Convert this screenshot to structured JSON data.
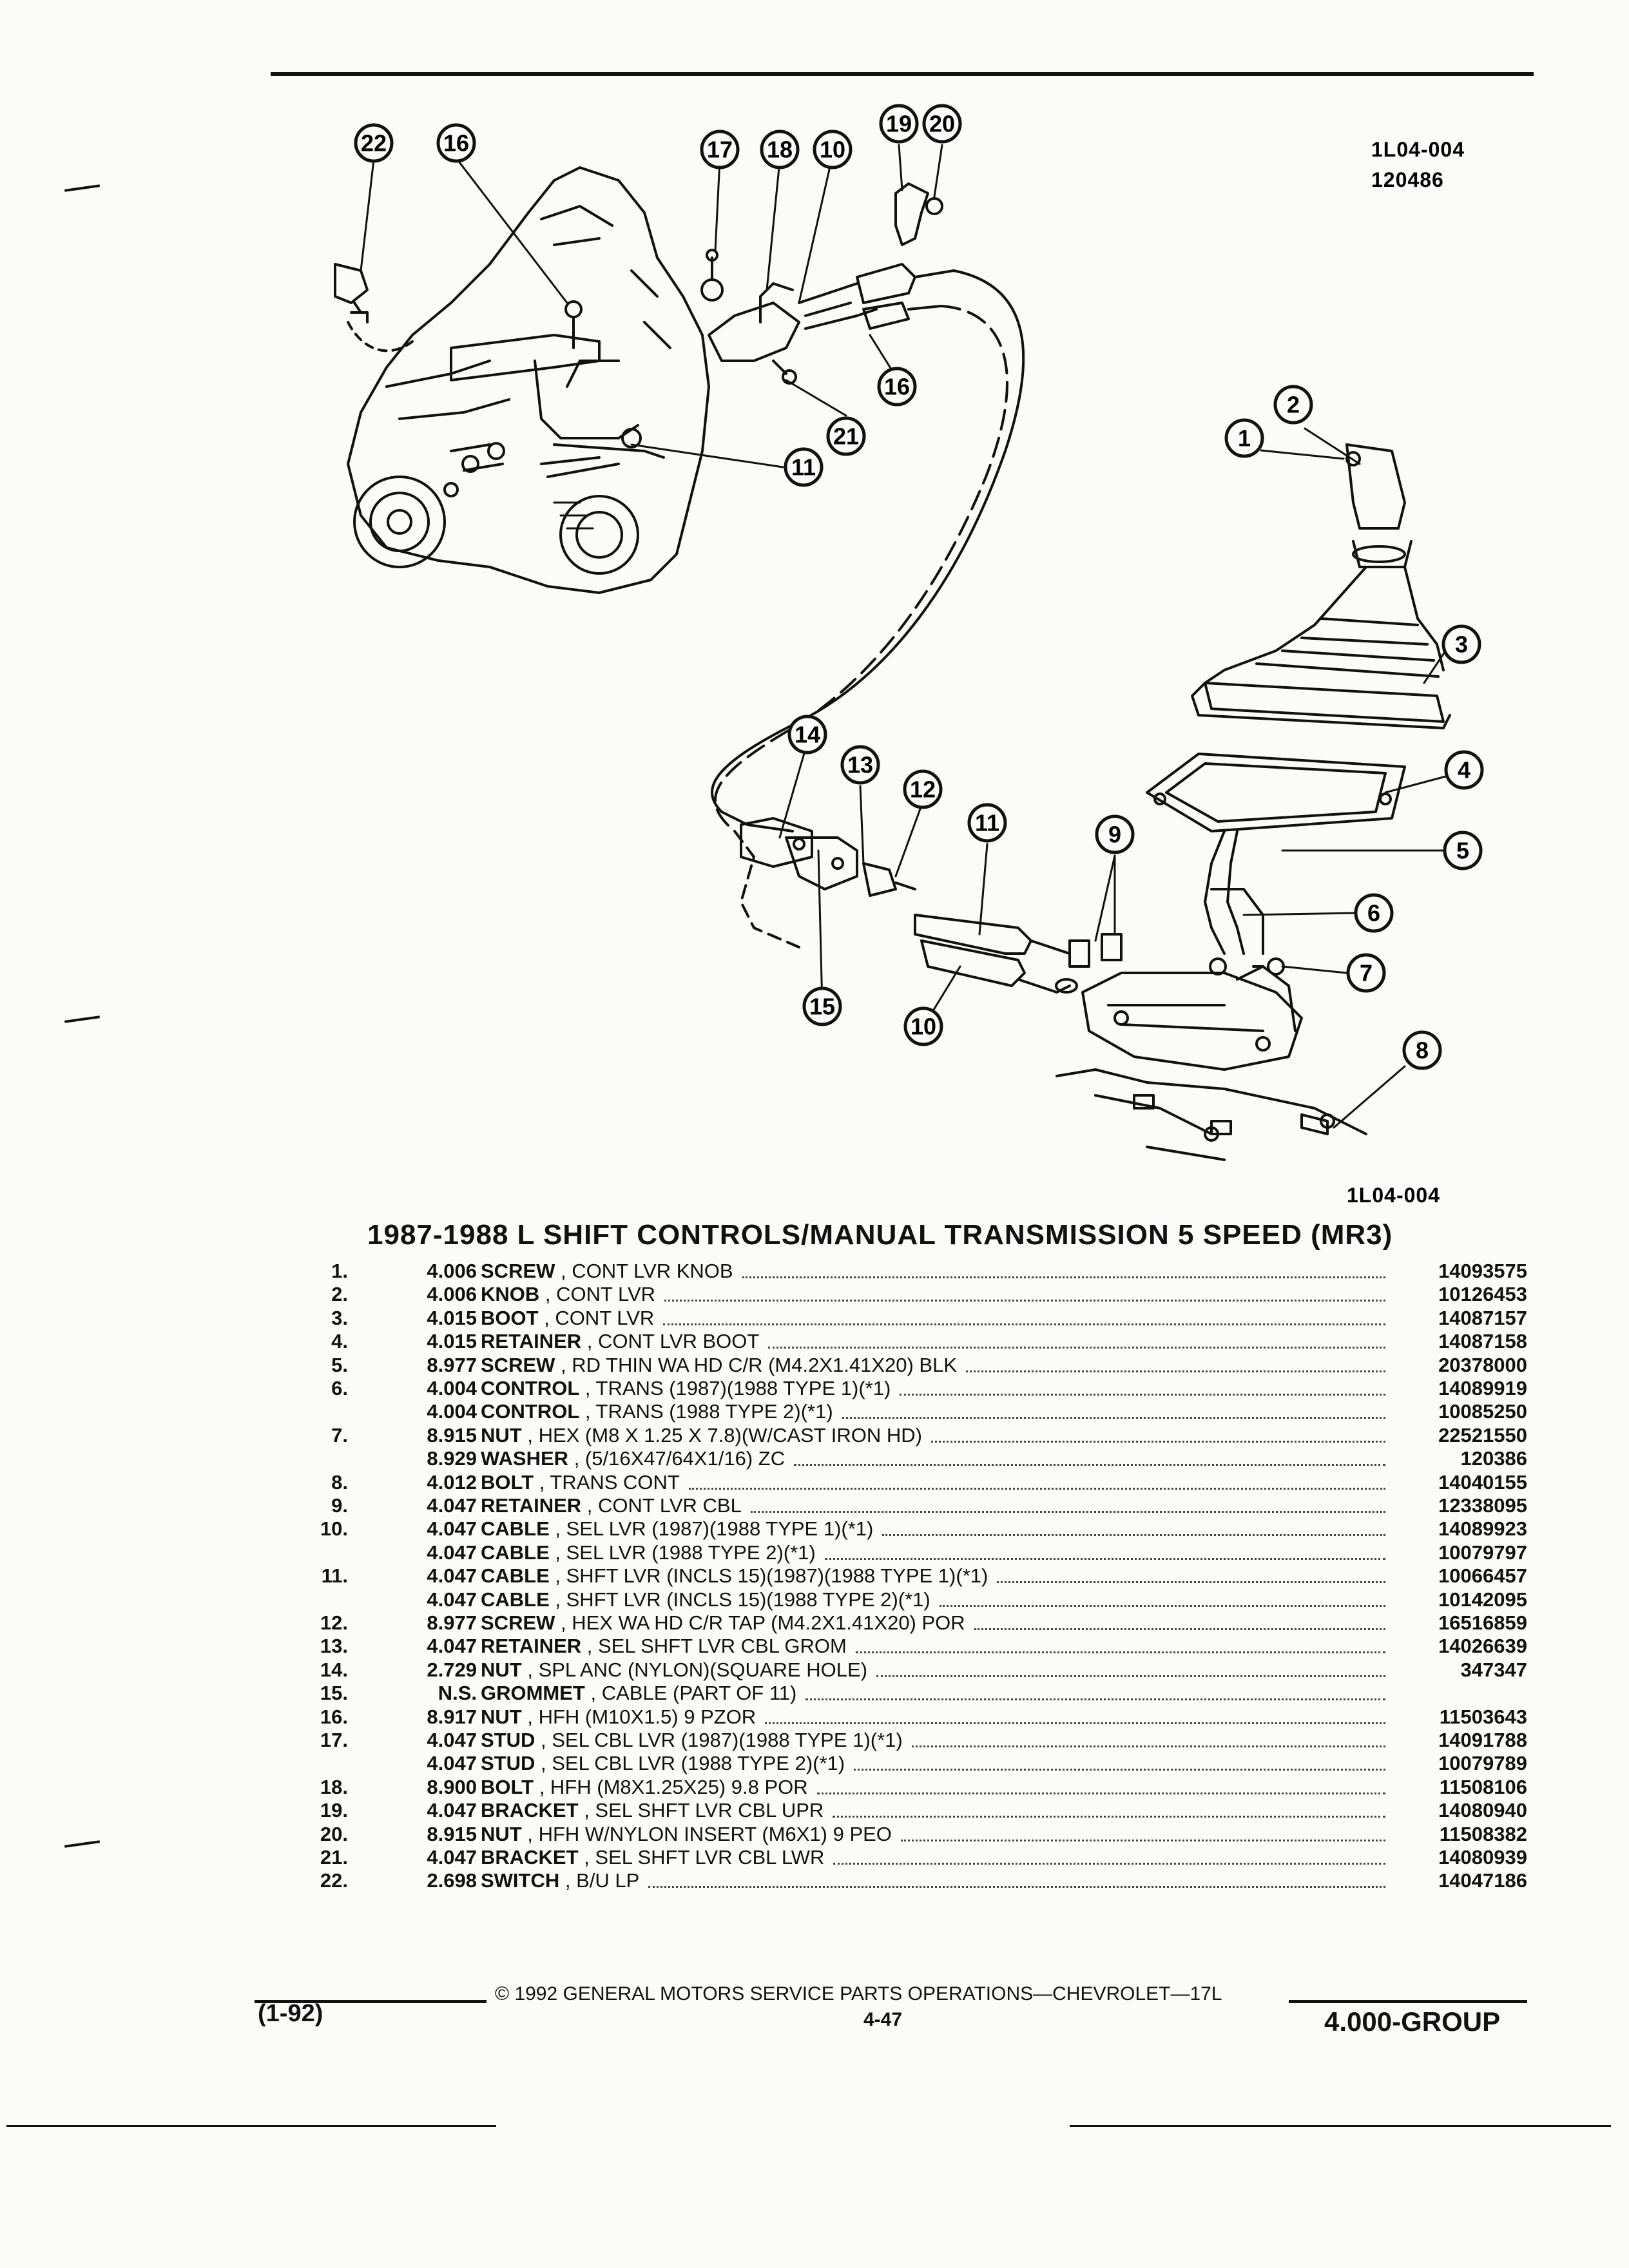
{
  "diagram": {
    "code_top": "1L04-004",
    "date_code": "120486",
    "code_bottom": "1L04-004",
    "callouts": [
      "22",
      "16",
      "17",
      "18",
      "10",
      "19",
      "20",
      "21",
      "16",
      "11",
      "2",
      "1",
      "3",
      "4",
      "5",
      "14",
      "13",
      "12",
      "11",
      "9",
      "6",
      "7",
      "15",
      "10",
      "8"
    ]
  },
  "title": "1987-1988 L SHIFT CONTROLS/MANUAL TRANSMISSION 5 SPEED (MR3)",
  "parts": [
    {
      "num": "1.",
      "group": "4.006",
      "name": "SCREW",
      "detail": ", CONT LVR KNOB",
      "pn": "14093575"
    },
    {
      "num": "2.",
      "group": "4.006",
      "name": "KNOB",
      "detail": ", CONT LVR",
      "pn": "10126453"
    },
    {
      "num": "3.",
      "group": "4.015",
      "name": "BOOT",
      "detail": ", CONT LVR",
      "pn": "14087157"
    },
    {
      "num": "4.",
      "group": "4.015",
      "name": "RETAINER",
      "detail": ", CONT LVR BOOT",
      "pn": "14087158"
    },
    {
      "num": "5.",
      "group": "8.977",
      "name": "SCREW",
      "detail": ", RD THIN WA HD C/R (M4.2X1.41X20) BLK",
      "pn": "20378000"
    },
    {
      "num": "6.",
      "group": "4.004",
      "name": "CONTROL",
      "detail": ", TRANS (1987)(1988 TYPE 1)(*1)",
      "pn": "14089919"
    },
    {
      "num": "",
      "group": "4.004",
      "name": "CONTROL",
      "detail": ", TRANS (1988 TYPE 2)(*1)",
      "pn": "10085250"
    },
    {
      "num": "7.",
      "group": "8.915",
      "name": "NUT",
      "detail": ", HEX (M8 X 1.25 X 7.8)(W/CAST IRON HD)",
      "pn": "22521550"
    },
    {
      "num": "",
      "group": "8.929",
      "name": "WASHER",
      "detail": ", (5/16X47/64X1/16) ZC",
      "pn": "120386"
    },
    {
      "num": "8.",
      "group": "4.012",
      "name": "BOLT",
      "detail": ", TRANS CONT",
      "pn": "14040155"
    },
    {
      "num": "9.",
      "group": "4.047",
      "name": "RETAINER",
      "detail": ", CONT LVR CBL",
      "pn": "12338095"
    },
    {
      "num": "10.",
      "group": "4.047",
      "name": "CABLE",
      "detail": ", SEL LVR (1987)(1988 TYPE 1)(*1)",
      "pn": "14089923"
    },
    {
      "num": "",
      "group": "4.047",
      "name": "CABLE",
      "detail": ", SEL LVR (1988 TYPE 2)(*1)",
      "pn": "10079797"
    },
    {
      "num": "11.",
      "group": "4.047",
      "name": "CABLE",
      "detail": ", SHFT LVR (INCLS 15)(1987)(1988 TYPE 1)(*1)",
      "pn": "10066457"
    },
    {
      "num": "",
      "group": "4.047",
      "name": "CABLE",
      "detail": ", SHFT LVR (INCLS 15)(1988 TYPE 2)(*1)",
      "pn": "10142095"
    },
    {
      "num": "12.",
      "group": "8.977",
      "name": "SCREW",
      "detail": ", HEX WA HD C/R TAP (M4.2X1.41X20) POR",
      "pn": "16516859"
    },
    {
      "num": "13.",
      "group": "4.047",
      "name": "RETAINER",
      "detail": ", SEL SHFT LVR CBL GROM",
      "pn": "14026639"
    },
    {
      "num": "14.",
      "group": "2.729",
      "name": "NUT",
      "detail": ", SPL ANC (NYLON)(SQUARE HOLE)",
      "pn": "347347"
    },
    {
      "num": "15.",
      "group": "N.S.",
      "name": "GROMMET",
      "detail": ", CABLE (PART OF 11)",
      "pn": ""
    },
    {
      "num": "16.",
      "group": "8.917",
      "name": "NUT",
      "detail": ", HFH (M10X1.5) 9 PZOR",
      "pn": "11503643"
    },
    {
      "num": "17.",
      "group": "4.047",
      "name": "STUD",
      "detail": ", SEL CBL LVR (1987)(1988 TYPE 1)(*1)",
      "pn": "14091788"
    },
    {
      "num": "",
      "group": "4.047",
      "name": "STUD",
      "detail": ", SEL CBL LVR (1988 TYPE 2)(*1)",
      "pn": "10079789"
    },
    {
      "num": "18.",
      "group": "8.900",
      "name": "BOLT",
      "detail": ", HFH (M8X1.25X25) 9.8 POR",
      "pn": "11508106"
    },
    {
      "num": "19.",
      "group": "4.047",
      "name": "BRACKET",
      "detail": ", SEL SHFT LVR CBL UPR",
      "pn": "14080940"
    },
    {
      "num": "20.",
      "group": "8.915",
      "name": "NUT",
      "detail": ", HFH W/NYLON INSERT (M6X1) 9 PEO",
      "pn": "11508382"
    },
    {
      "num": "21.",
      "group": "4.047",
      "name": "BRACKET",
      "detail": ", SEL SHFT LVR CBL LWR",
      "pn": "14080939"
    },
    {
      "num": "22.",
      "group": "2.698",
      "name": "SWITCH",
      "detail": ", B/U LP",
      "pn": "14047186"
    }
  ],
  "footer": {
    "copyright": "© 1992 GENERAL MOTORS SERVICE PARTS OPERATIONS—CHEVROLET—17L",
    "revision": "(1-92)",
    "page": "4-47",
    "group": "4.000-GROUP"
  }
}
